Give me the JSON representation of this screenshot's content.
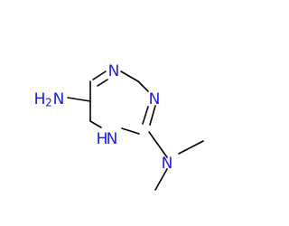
{
  "molecule": {
    "atoms": {
      "n_top": "N",
      "n_right": "N",
      "nh_ring": "H",
      "nh_ring_n": "N",
      "n_dimethyl": "N",
      "amine_h": "H",
      "amine_sub": "2",
      "amine_n": "N"
    },
    "colors": {
      "bond": "#000000",
      "heteroatom": "#1a1ae6"
    }
  }
}
